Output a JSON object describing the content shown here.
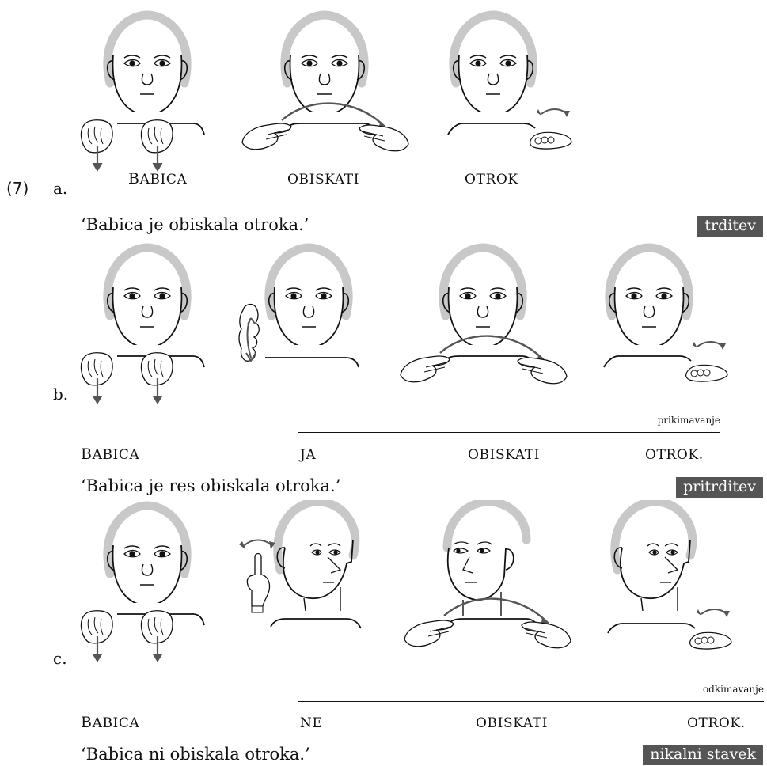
{
  "example_number": "(7)",
  "rows": [
    {
      "label": "a.",
      "glosses": [
        {
          "first": "B",
          "rest": "ABICA"
        },
        {
          "first": "",
          "rest": "OBISKATI"
        },
        {
          "first": "",
          "rest": "OTROK"
        }
      ],
      "translation": "‘Babica je obiskala otroka.’",
      "tag": "trditev"
    },
    {
      "label": "b.",
      "nonmanual": "prikimavanje",
      "glosses": [
        {
          "first": "B",
          "rest": "ABICA"
        },
        {
          "first": "",
          "rest": "JA"
        },
        {
          "first": "",
          "rest": "OBISKATI"
        },
        {
          "first": "",
          "rest": "OTROK."
        }
      ],
      "translation": "‘Babica je res obiskala otroka.’",
      "tag": "pritrditev"
    },
    {
      "label": "c.",
      "nonmanual": "odkimavanje",
      "glosses": [
        {
          "first": "B",
          "rest": "ABICA"
        },
        {
          "first": "",
          "rest": "NE"
        },
        {
          "first": "",
          "rest": "OBISKATI"
        },
        {
          "first": "",
          "rest": "OTROK."
        }
      ],
      "translation": "‘Babica ni obiskala otroka.’",
      "tag": "nikalni stavek"
    }
  ],
  "colors": {
    "hair": "#c8c8c8",
    "ink": "#111111",
    "arrow": "#555555",
    "tag_bg": "#555555"
  }
}
